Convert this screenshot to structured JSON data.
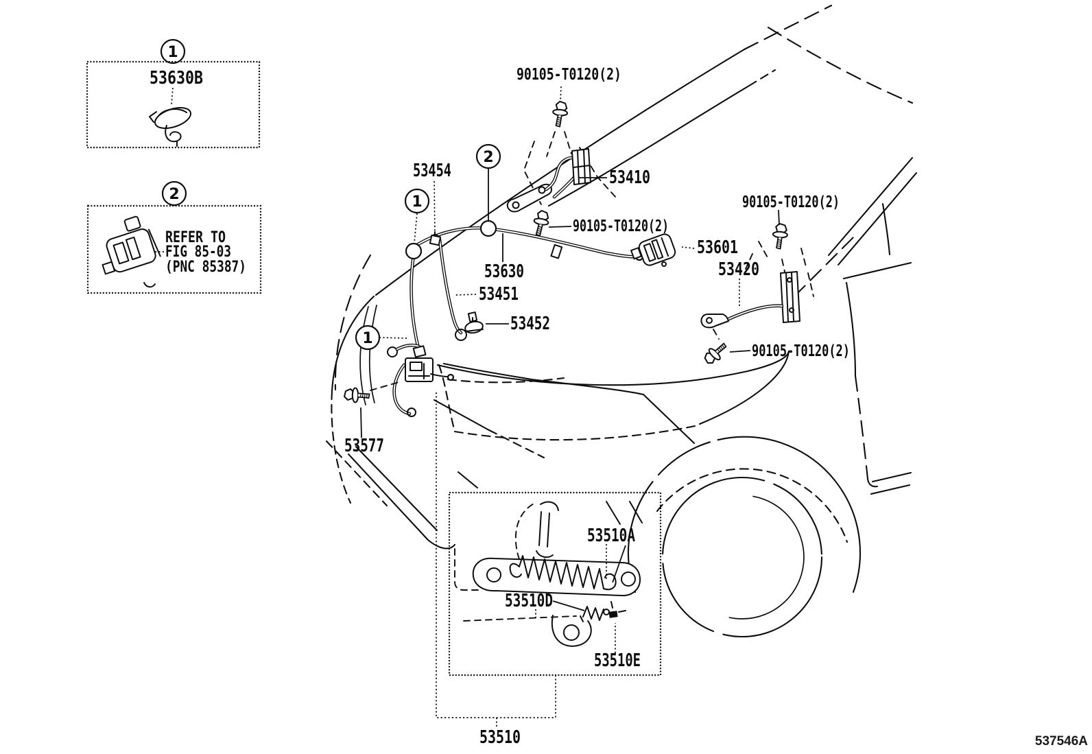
{
  "labels": {
    "bolt_90105": "90105-T0120(2)",
    "p53410": "53410",
    "p53420": "53420",
    "p53454": "53454",
    "p53630": "53630",
    "p53601": "53601",
    "p53451": "53451",
    "p53452": "53452",
    "p53577": "53577",
    "p53510A": "53510A",
    "p53510D": "53510D",
    "p53510E": "53510E",
    "p53510": "53510",
    "drawing_code": "537546A"
  },
  "legend": {
    "item1": {
      "callout": "1",
      "part": "53630B"
    },
    "item2": {
      "callout": "2",
      "note": [
        "REFER TO",
        "FIG 85-03",
        "(PNC 85387)"
      ]
    }
  },
  "colors": {
    "line": "#0d0d0d",
    "background": "#ffffff"
  }
}
